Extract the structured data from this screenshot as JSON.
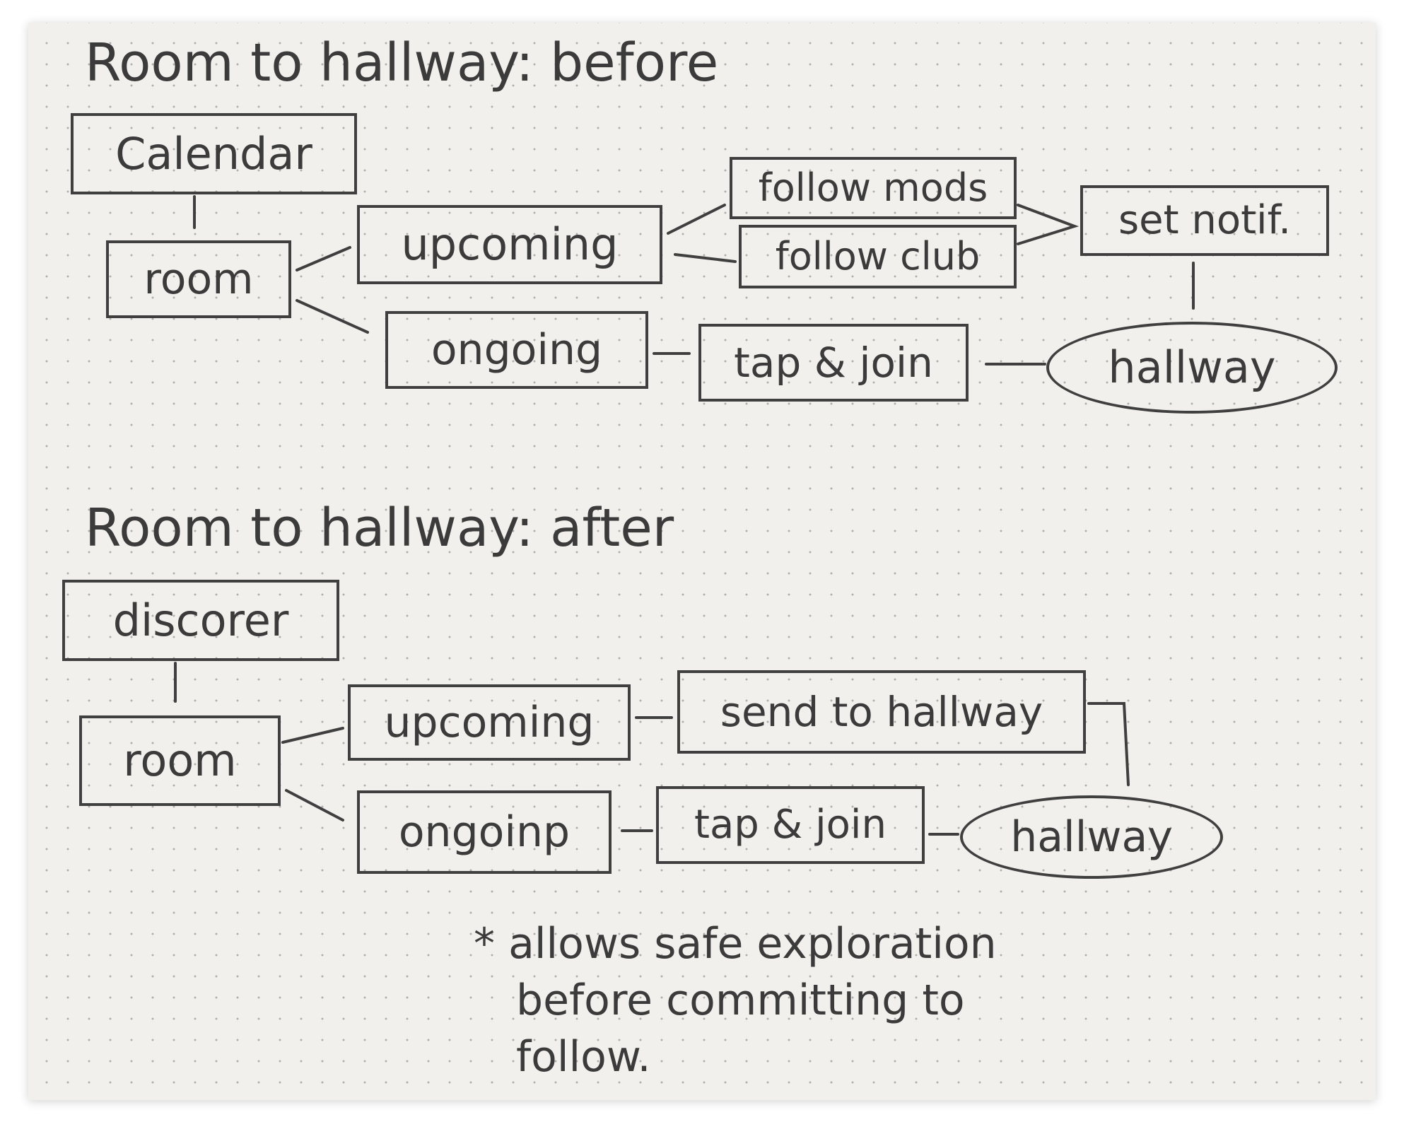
{
  "before": {
    "title": "Room to hallway: before",
    "nodes": {
      "calendar": "Calendar",
      "room": "room",
      "upcoming": "upcoming",
      "ongoing": "ongoing",
      "follow_mods": "follow mods",
      "follow_club": "follow club",
      "set_notif": "set notif.",
      "tap_join": "tap & join",
      "hallway": "hallway"
    }
  },
  "after": {
    "title": "Room to hallway: after",
    "nodes": {
      "discover": "discorer",
      "room": "room",
      "upcoming": "upcoming",
      "ongoing": "ongoinp",
      "send_to_hallway": "send to hallway",
      "tap_join": "tap & join",
      "hallway": "hallway"
    }
  },
  "note": {
    "line1": "* allows safe exploration",
    "line2": "before committing to",
    "line3": "follow."
  },
  "colors": {
    "paper": "#f1f0ec",
    "ink": "#3f3f3f",
    "dots": "#8a8a8a"
  }
}
